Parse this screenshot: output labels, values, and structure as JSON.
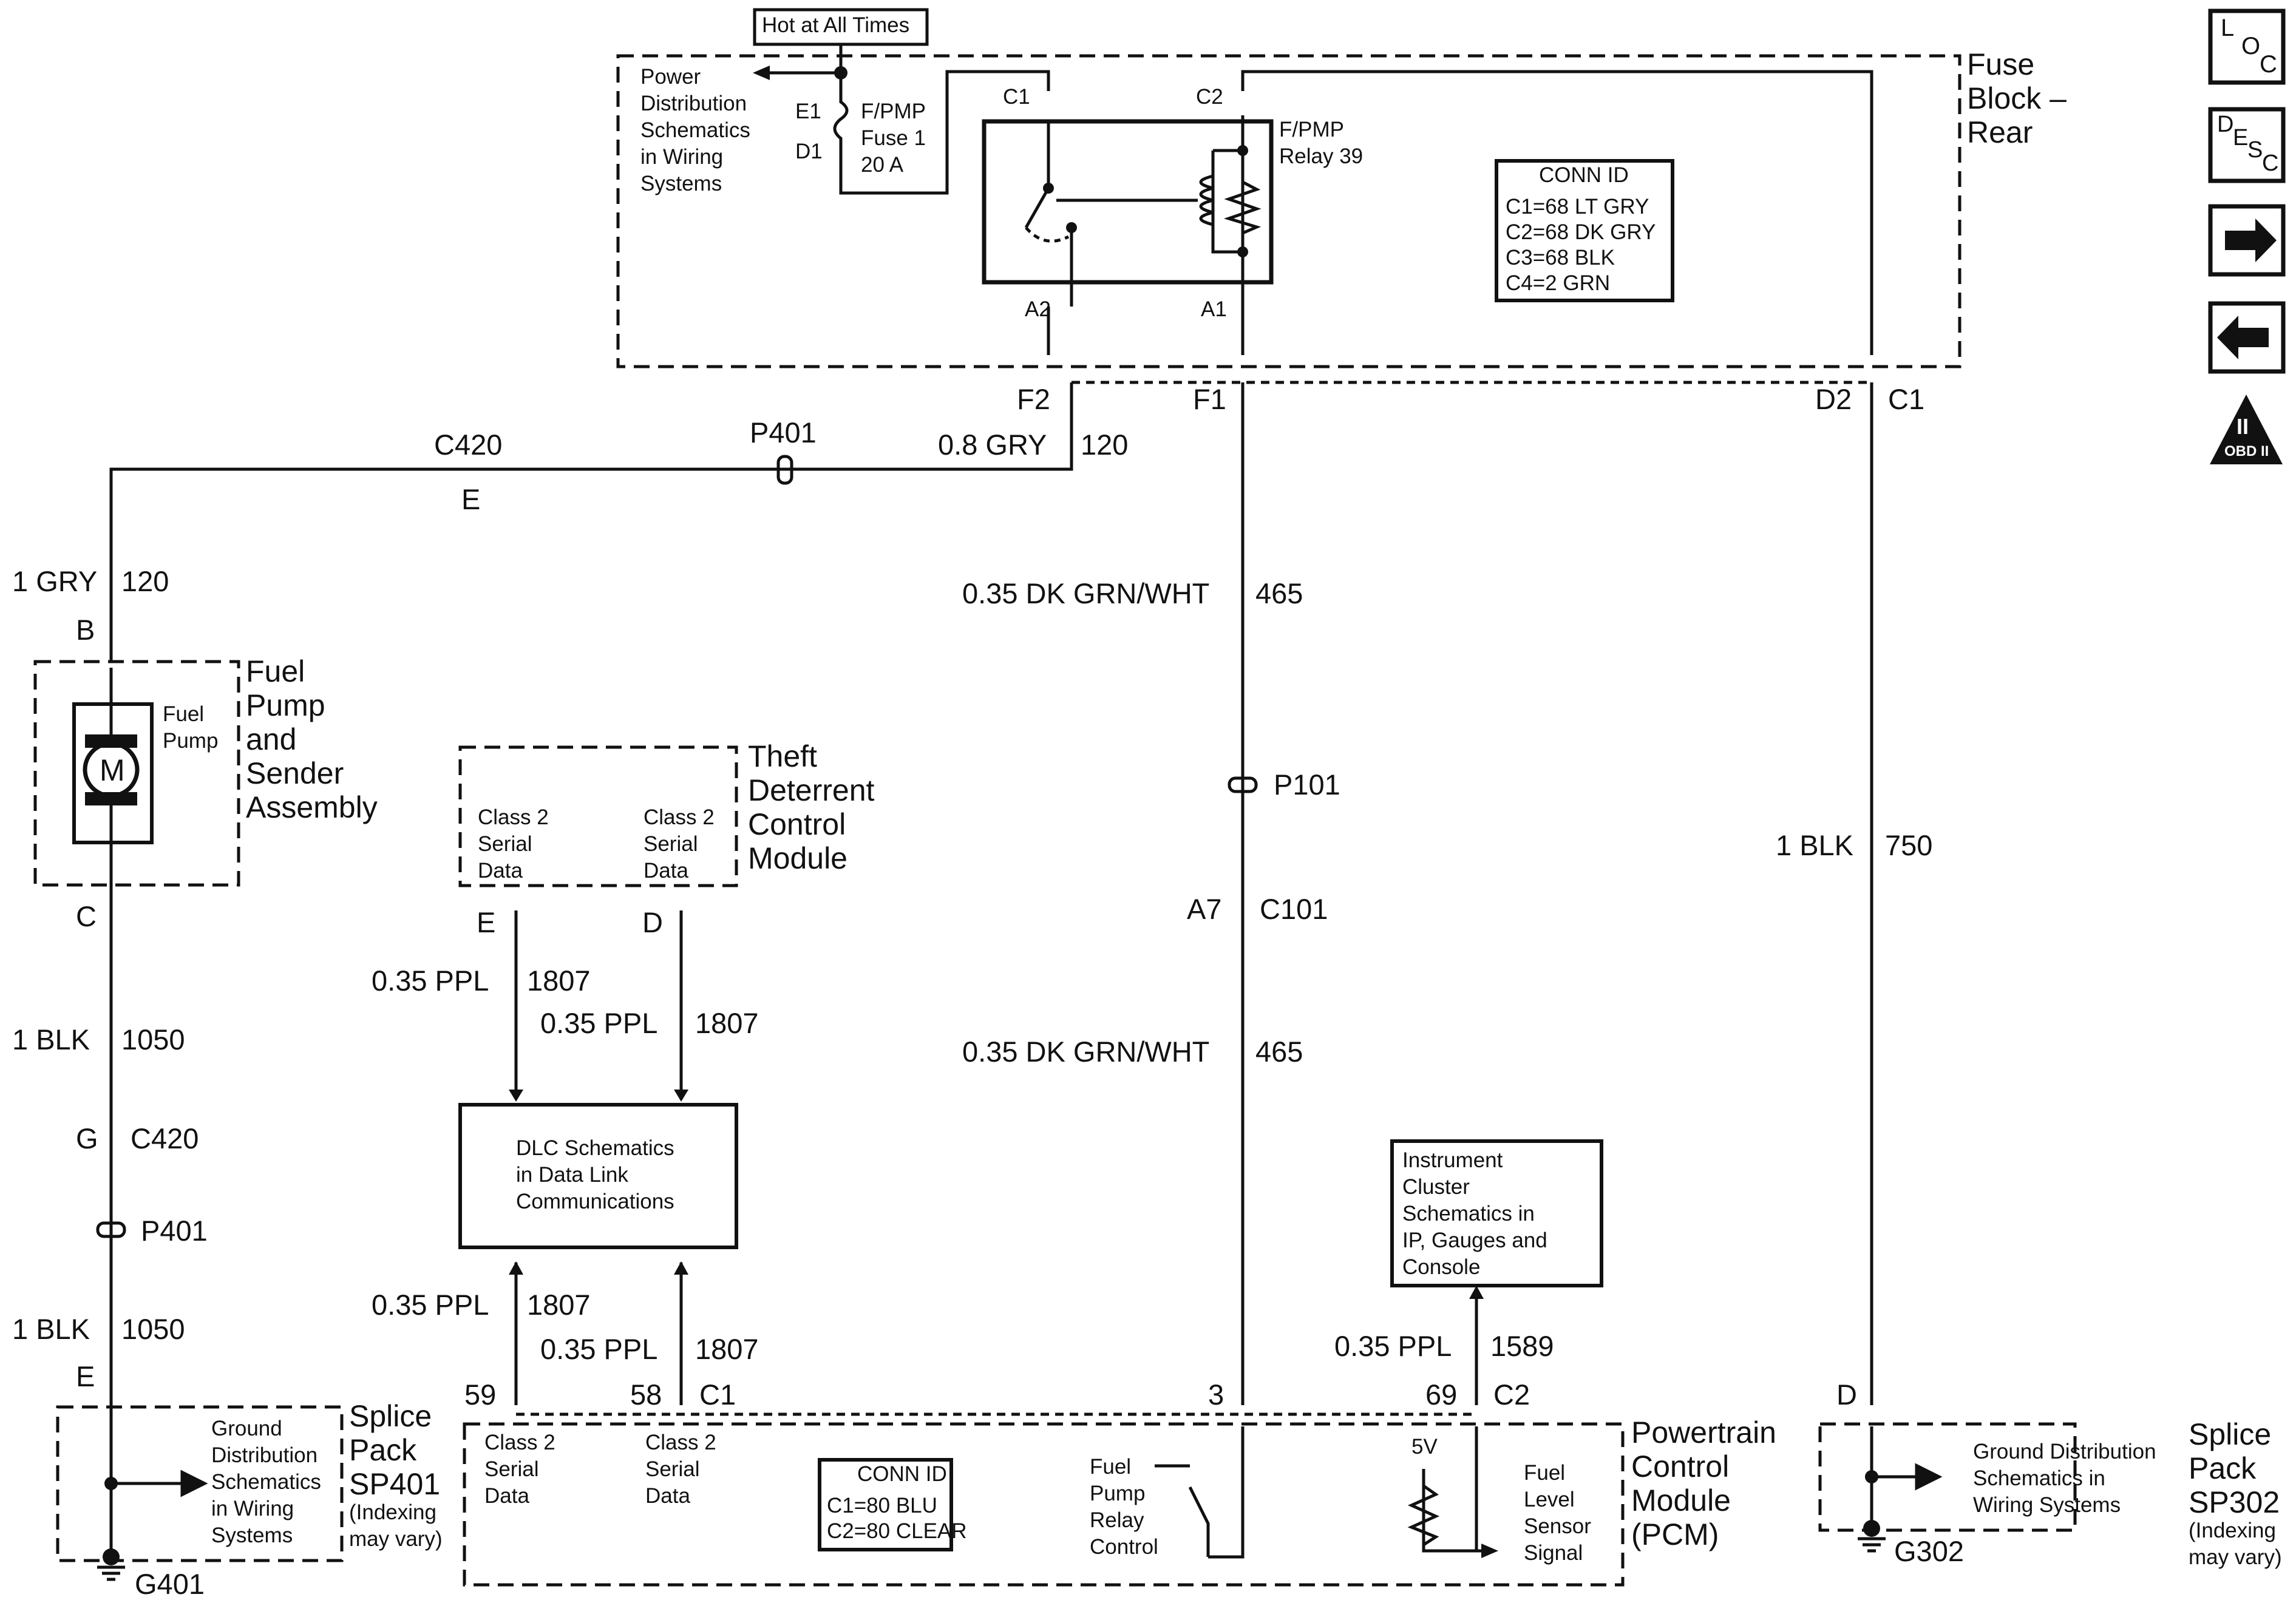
{
  "hot_label": "Hot at All Times",
  "fuse_block": {
    "title": "Fuse\nBlock –\nRear",
    "power_ref": "Power\nDistribution\nSchematics\nin Wiring\nSystems",
    "fuse_pins": {
      "e1": "E1",
      "d1": "D1"
    },
    "fuse_label": "F/PMP\nFuse 1\n20 A",
    "relay_label": "F/PMP\nRelay 39",
    "relay_pins": {
      "c1": "C1",
      "c2": "C2",
      "a2": "A2",
      "a1": "A1"
    },
    "conn_id": {
      "header": "CONN ID",
      "lines": "C1=68 LT GRY\nC2=68 DK GRY\nC3=68 BLK\nC4=2 GRN"
    },
    "out_pins": {
      "f2": "F2",
      "f1": "F1",
      "d2": "D2",
      "c1": "C1"
    }
  },
  "fuel_pump_circuit": {
    "conn_c420_top": "C420",
    "conn_c420_top_e": "E",
    "p401_top": "P401",
    "wire_top": {
      "gauge_color": "0.8 GRY",
      "circuit": "120"
    },
    "wire_left": {
      "gauge_color": "1 GRY",
      "circuit": "120"
    },
    "pin_b": "B",
    "pump_assembly": "Fuel\nPump\nand\nSender\nAssembly",
    "pump_internal": "Fuel\nPump",
    "motor": "M",
    "pin_c": "C",
    "ground_wire_1": {
      "gauge_color": "1 BLK",
      "circuit": "1050"
    },
    "pin_g": "G",
    "conn_c420_bottom": "C420",
    "p401_bottom": "P401",
    "ground_wire_2": {
      "gauge_color": "1 BLK",
      "circuit": "1050"
    },
    "pin_e": "E",
    "splice_ref": "Ground\nDistribution\nSchematics\nin Wiring\nSystems",
    "splice_name": "Splice\nPack\nSP401",
    "splice_note": "(Indexing\nmay vary)",
    "ground": "G401"
  },
  "theft_module": {
    "title": "Theft\nDeterrent\nControl\nModule",
    "left_label": "Class 2\nSerial\nData",
    "right_label": "Class 2\nSerial\nData",
    "pin_e": "E",
    "pin_d": "D"
  },
  "dlc": {
    "label": "DLC Schematics\nin Data Link\nCommunications",
    "wire_te_left": {
      "gauge_color": "0.35 PPL",
      "circuit": "1807"
    },
    "wire_te_right": {
      "gauge_color": "0.35 PPL",
      "circuit": "1807"
    },
    "wire_pcm_left": {
      "gauge_color": "0.35 PPL",
      "circuit": "1807"
    },
    "wire_pcm_right": {
      "gauge_color": "0.35 PPL",
      "circuit": "1807"
    }
  },
  "relay_control_circuit": {
    "wire_upper": {
      "gauge_color": "0.35 DK GRN/WHT",
      "circuit": "465"
    },
    "p101": "P101",
    "pin_a7": "A7",
    "conn_c101": "C101",
    "wire_lower": {
      "gauge_color": "0.35 DK GRN/WHT",
      "circuit": "465"
    }
  },
  "ground_circuit_right": {
    "wire": {
      "gauge_color": "1 BLK",
      "circuit": "750"
    },
    "pin_d": "D",
    "splice_ref": "Ground Distribution\nSchematics in\nWiring Systems",
    "splice_name": "Splice\nPack\nSP302",
    "splice_note": "(Indexing\nmay vary)",
    "ground": "G302"
  },
  "instrument_cluster": {
    "label": "Instrument\nCluster\nSchematics in\nIP, Gauges and\nConsole",
    "wire": {
      "gauge_color": "0.35 PPL",
      "circuit": "1589"
    }
  },
  "pcm": {
    "title": "Powertrain\nControl\nModule\n(PCM)",
    "pins": {
      "p59": "59",
      "p58": "58",
      "c1": "C1",
      "p3": "3",
      "p69": "69",
      "c2": "C2"
    },
    "left_label": "Class 2\nSerial\nData",
    "right_label": "Class 2\nSerial\nData",
    "conn_id": {
      "header": "CONN ID",
      "lines": "C1=80 BLU\nC2=80 CLEAR"
    },
    "relay_control_label": "Fuel\nPump\nRelay\nControl",
    "five_v": "5V",
    "fuel_level_label": "Fuel\nLevel\nSensor\nSignal"
  },
  "side_icons": {
    "loc": {
      "a": "L",
      "b": "O",
      "c": "C"
    },
    "desc": {
      "a": "D",
      "b": "E",
      "c": "S",
      "d": "C"
    },
    "next_icon": "right-arrow-icon",
    "prev_icon": "left-arrow-icon",
    "obd": {
      "roman": "II",
      "text": "OBD II"
    }
  }
}
